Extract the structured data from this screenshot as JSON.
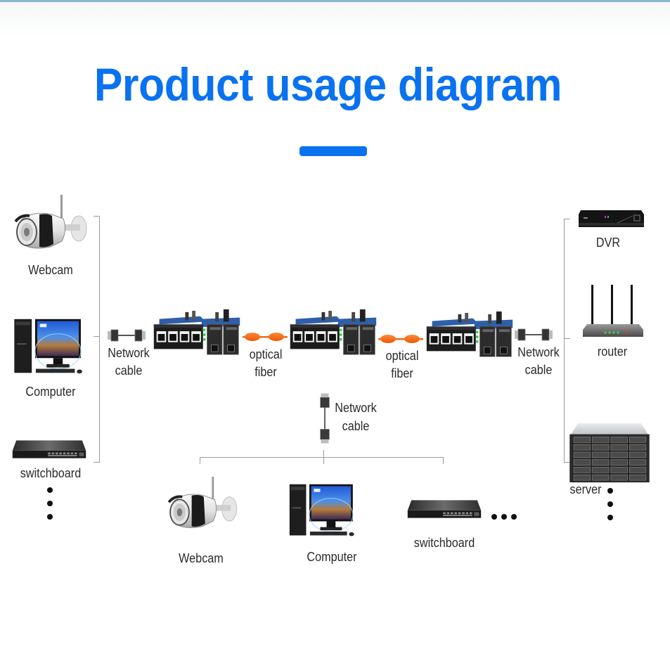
{
  "header": {
    "title": "Product usage diagram",
    "accent_color": "#0a72f0"
  },
  "left_devices": [
    {
      "label": "Webcam",
      "icon": "webcam-icon"
    },
    {
      "label": "Computer",
      "icon": "computer-icon"
    },
    {
      "label": "switchboard",
      "icon": "switch-icon"
    }
  ],
  "right_devices": [
    {
      "label": "DVR",
      "icon": "dvr-icon"
    },
    {
      "label": "router",
      "icon": "router-icon"
    },
    {
      "label": "server",
      "icon": "server-icon"
    }
  ],
  "bottom_devices": [
    {
      "label": "Webcam",
      "icon": "webcam-icon"
    },
    {
      "label": "Computer",
      "icon": "computer-icon"
    },
    {
      "label": "switchboard",
      "icon": "switch-icon"
    }
  ],
  "links": {
    "left_cable": {
      "line1": "Network",
      "line2": "cable"
    },
    "fiber_1": {
      "line1": "optical",
      "line2": "fiber"
    },
    "fiber_2": {
      "line1": "optical",
      "line2": "fiber"
    },
    "right_cable": {
      "line1": "Network",
      "line2": "cable"
    },
    "bottom_cable": {
      "line1": "Network",
      "line2": "cable"
    }
  },
  "converters": [
    {
      "name": "media-converter-left",
      "rj45_ports": 4,
      "fiber_ports": 2
    },
    {
      "name": "media-converter-center",
      "rj45_ports": 4,
      "fiber_ports": 2
    },
    {
      "name": "media-converter-right",
      "rj45_ports": 4,
      "fiber_ports": 2
    }
  ],
  "colors": {
    "fiber": "#f26a12",
    "bracket": "#9b9b9b",
    "pcb": "#2f5fa8",
    "led": "#3ccf4e"
  }
}
